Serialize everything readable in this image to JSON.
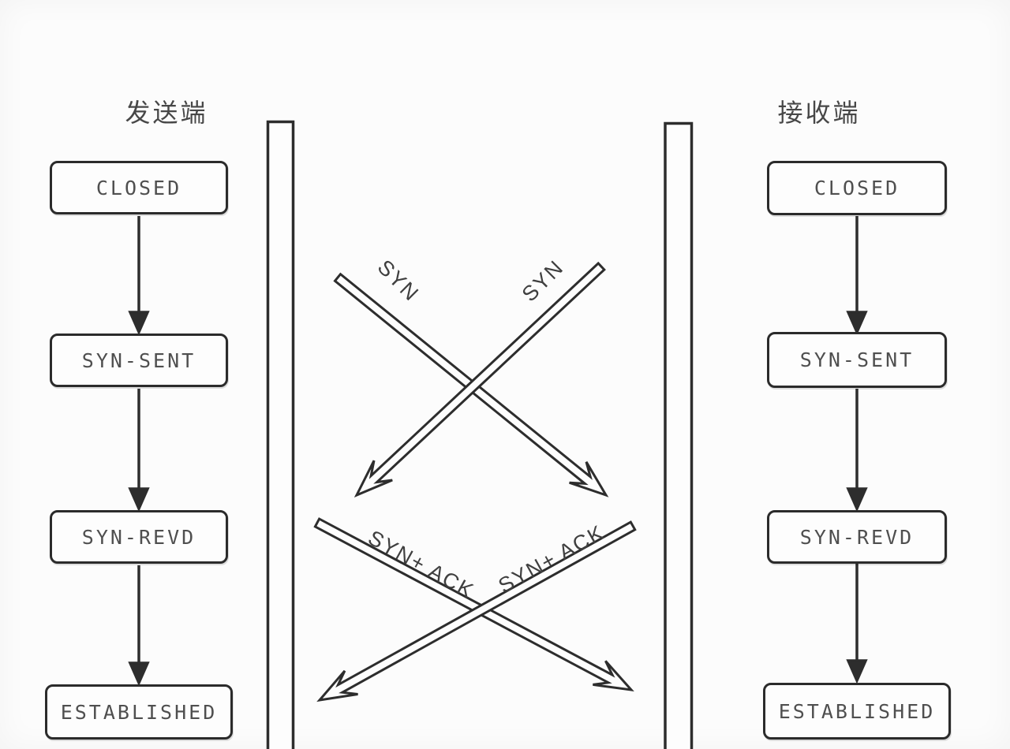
{
  "diagram": {
    "title_left": "发送端",
    "title_right": "接收端",
    "sender_states": [
      "CLOSED",
      "SYN-SENT",
      "SYN-REVD",
      "ESTABLISHED"
    ],
    "receiver_states": [
      "CLOSED",
      "SYN-SENT",
      "SYN-REVD",
      "ESTABLISHED"
    ],
    "messages": {
      "syn_from_sender": "SYN",
      "syn_from_receiver": "SYN",
      "synack_from_sender": "SYN+ ACK",
      "synack_from_receiver": "SYN+ ACK"
    },
    "colors": {
      "background": "#fcfcfc",
      "line": "#2d2d2d",
      "box_text": "#4f4f4f",
      "label_text": "#3f3f3f"
    }
  }
}
